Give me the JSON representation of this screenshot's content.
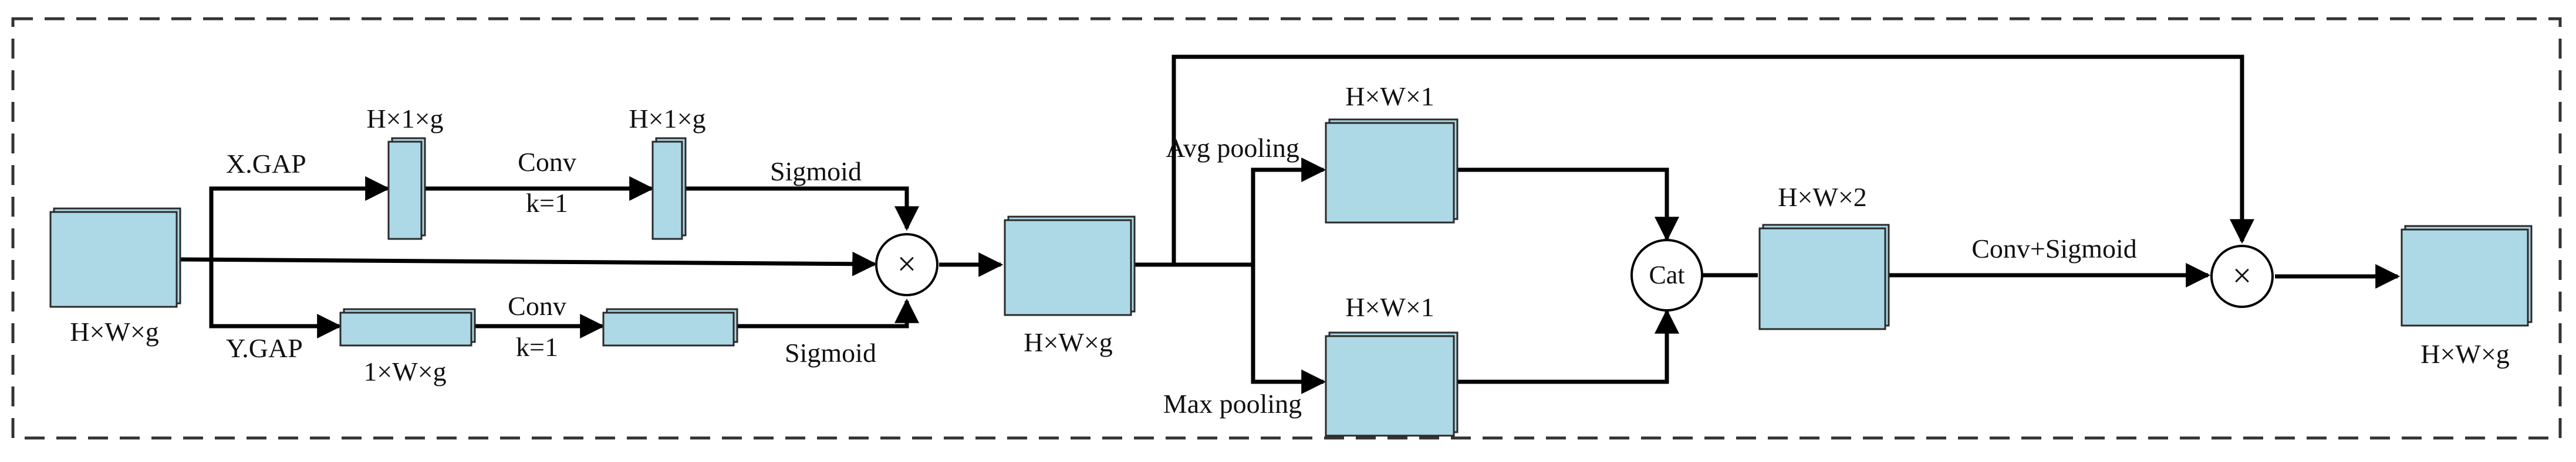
{
  "colors": {
    "box_fill": "#add8e6",
    "box_stroke": "#2a2a2a",
    "line": "#000000",
    "frame": "#333333",
    "background": "#ffffff"
  },
  "labels": {
    "input_dim": "H×W×g",
    "x_gap": "X.GAP",
    "y_gap": "Y.GAP",
    "h1g_a": "H×1×g",
    "h1g_b": "H×1×g",
    "w1g": "1×W×g",
    "conv_top": "Conv",
    "k1_top": "k=1",
    "conv_bottom": "Conv",
    "k1_bottom": "k=1",
    "sigmoid_top": "Sigmoid",
    "sigmoid_bottom": "Sigmoid",
    "mid_dim": "H×W×g",
    "avg_pooling": "Avg pooling",
    "max_pooling": "Max pooling",
    "hw1_top": "H×W×1",
    "hw1_bottom": "H×W×1",
    "cat": "Cat",
    "hw2": "H×W×2",
    "conv_sigmoid": "Conv+Sigmoid",
    "output_dim": "H×W×g"
  },
  "symbols": {
    "multiply_1": "×",
    "multiply_2": "×"
  }
}
